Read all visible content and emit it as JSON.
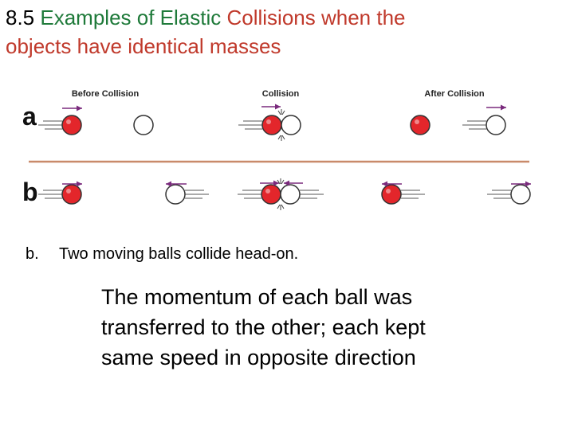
{
  "title": {
    "prefix": "8.5 ",
    "green": "Examples of Elastic",
    "space1": " ",
    "red": "Collisions when the",
    "line2": "objects have identical masses"
  },
  "diagram": {
    "col_labels": [
      "Before Collision",
      "Collision",
      "After Collision"
    ],
    "row_labels": [
      "a",
      "b"
    ],
    "colors": {
      "ball_red": "#e3262b",
      "ball_white": "#ffffff",
      "arrow": "#7a2a7d",
      "divider": "#c98a6a"
    }
  },
  "caption": {
    "letter": "b.",
    "text": "Two moving balls collide head-on."
  },
  "explanation": "The momentum of each ball was transferred to the other; each kept same speed in opposite direction"
}
